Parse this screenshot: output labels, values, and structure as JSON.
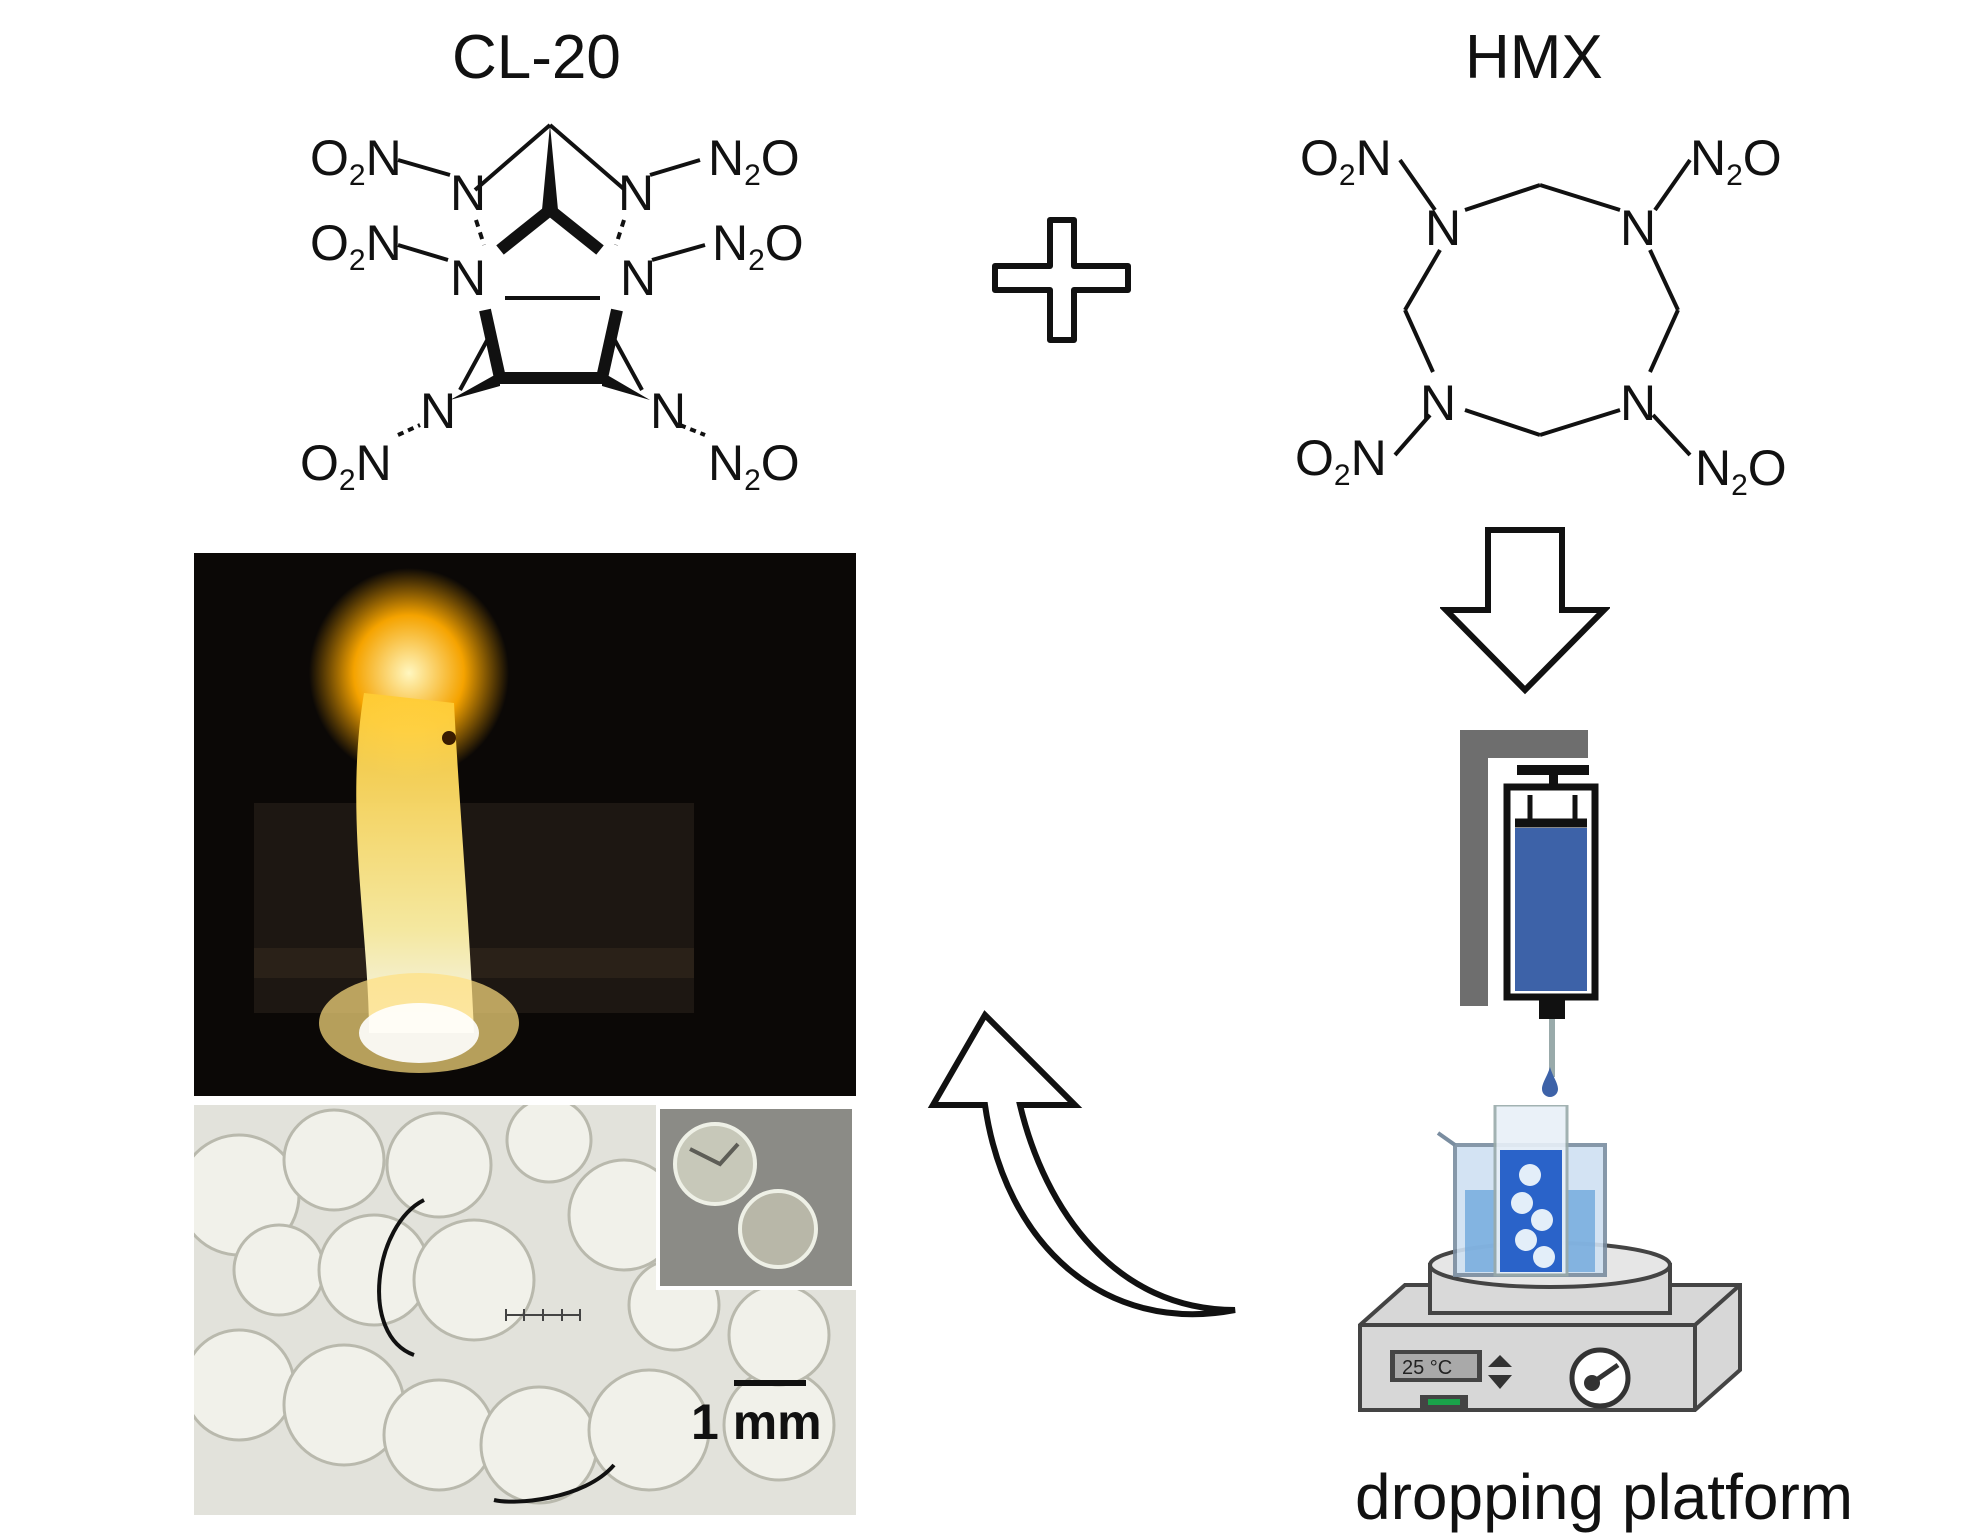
{
  "molecules": {
    "left": {
      "name": "CL-20"
    },
    "right": {
      "name": "HMX"
    }
  },
  "chem": {
    "nitro_left": "O",
    "nitro_left_sub": "2",
    "nitro_left_tail": "N",
    "nitro_right": "N",
    "nitro_right_sub": "2",
    "nitro_right_tail": "O",
    "nitrogen": "N"
  },
  "operator": "+",
  "photos": {
    "scale_label": "1 mm"
  },
  "hotplate": {
    "temperature": "25 °C"
  },
  "platform_label": "dropping platform",
  "colors": {
    "liquid": "#3d62a8",
    "flame_core": "#fff7c0",
    "flame_outer": "#f5a300",
    "device_gray": "#d7d7d7",
    "stand_gray": "#6e6e6e",
    "led_green": "#1aa34a"
  },
  "icons": [
    "plus-icon",
    "down-arrow-icon",
    "curved-arrow-icon",
    "syringe-icon",
    "beaker-icon",
    "hotplate-icon",
    "dial-icon"
  ]
}
